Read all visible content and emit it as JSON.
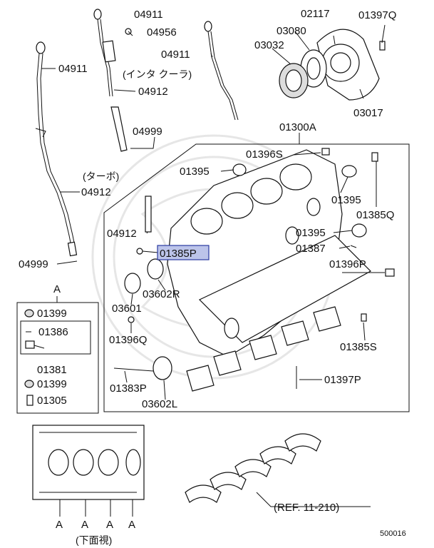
{
  "labels": {
    "p04911_top": "04911",
    "p04956": "04956",
    "p04911_left": "04911",
    "p04911_mid": "04911",
    "intercooler_note": "(インタ クーラ)",
    "p04912_upper": "04912",
    "p04999_upper": "04999",
    "turbo_note": "(ターボ)",
    "p04912_left": "04912",
    "p04999_left": "04999",
    "p02117": "02117",
    "p01397Q": "01397Q",
    "p03080": "03080",
    "p03032": "03032",
    "p03017": "03017",
    "p01300A": "01300A",
    "p01396S": "01396S",
    "p01395_a": "01395",
    "p01395_b": "01395",
    "p01385Q": "01385Q",
    "p04912_block": "04912",
    "p01385P": "01385P",
    "p01395_c": "01395",
    "p01387": "01387",
    "p01396P": "01396P",
    "p03602R": "03602R",
    "p03601": "03601",
    "p01396Q": "01396Q",
    "p01385S": "01385S",
    "p01383P": "01383P",
    "p03602L": "03602L",
    "p01397P": "01397P",
    "inset_title": "A",
    "p01399_a": "01399",
    "p01386": "01386",
    "p01381": "01381",
    "p01399_b": "01399",
    "p01305": "01305",
    "ref_note": "(REF. 11-210)",
    "bottom_view_note": "(下面視)",
    "marker_a1": "A",
    "marker_a2": "A",
    "marker_a3": "A",
    "marker_a4": "A",
    "diagram_id": "500016"
  },
  "highlight": {
    "part": "01385P",
    "fill_color": "#bcc4ea",
    "border_color": "#2a3aa0"
  }
}
